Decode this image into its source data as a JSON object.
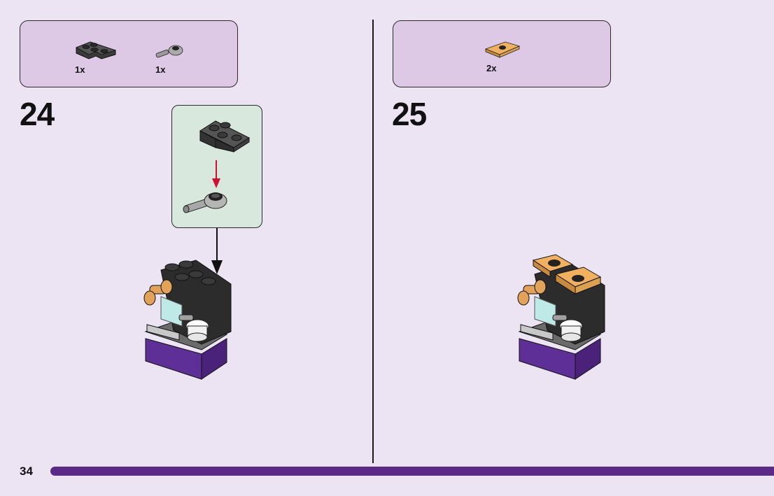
{
  "page": {
    "number": "34",
    "accent_color": "#5a2a86",
    "background_color": "#ece3f3"
  },
  "steps": [
    {
      "number": "24",
      "parts": [
        {
          "icon": "dark-grey-corner-plate-icon",
          "qty": "1x"
        },
        {
          "icon": "grey-plate-with-pin-icon",
          "qty": "1x"
        }
      ],
      "callout_icon": "sub-assembly-callout-icon",
      "model_icon": "coffee-machine-icon"
    },
    {
      "number": "25",
      "parts": [
        {
          "icon": "tan-jumper-plate-icon",
          "qty": "2x"
        }
      ],
      "model_icon": "coffee-machine-with-tan-top-icon"
    }
  ]
}
